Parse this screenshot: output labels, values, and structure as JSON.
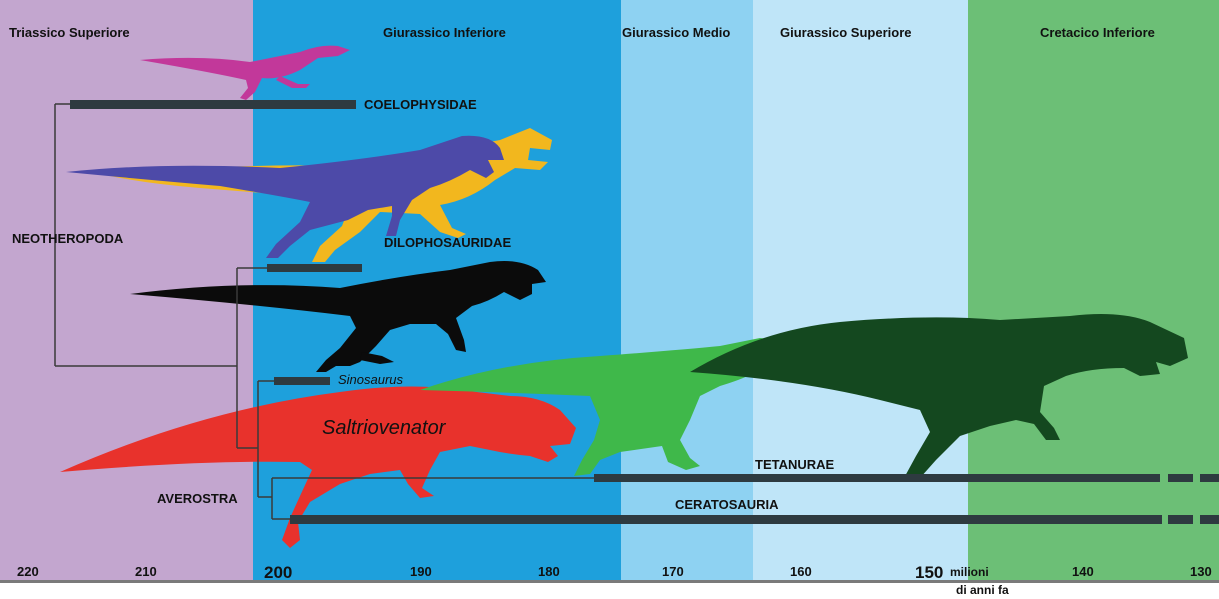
{
  "periods": [
    {
      "label": "Triassico Superiore",
      "color": "#c3a6cf"
    },
    {
      "label": "Giurassico Inferiore",
      "color": "#1ea0dc"
    },
    {
      "label": "Giurassico Medio",
      "color": "#8ed2f2"
    },
    {
      "label": "Giurassico Superiore",
      "color": "#bfe5f8"
    },
    {
      "label": "Cretacico Inferiore",
      "color": "#6cbf76"
    }
  ],
  "axis": {
    "ticks": [
      "220",
      "210",
      "200",
      "190",
      "180",
      "170",
      "160",
      "150",
      "140",
      "130"
    ],
    "unit_line1": "milioni",
    "unit_line2": "di anni fa"
  },
  "clades": {
    "neotheropoda": "NEOTHEROPODA",
    "averostra": "AVEROSTRA",
    "coelophysidae": "COELOPHYSIDAE",
    "dilophosauridae": "DILOPHOSAURIDAE",
    "tetanurae": "TETANURAE",
    "ceratosauria": "CERATOSAURIA"
  },
  "taxa": {
    "sinosaurus": "Sinosaurus",
    "saltriovenator": "Saltriovenator"
  },
  "colors": {
    "tree_line": "#3a3a3a",
    "range_bar": "#2e3a40",
    "coelophysid": "#c2389a",
    "dilophosaurus": "#4d4aa8",
    "dilophosaur_yellow": "#f2b71e",
    "black_theropod": "#0b0b0b",
    "saltriovenator": "#e8322c",
    "light_green": "#3fb84a",
    "dark_green": "#14481f"
  }
}
